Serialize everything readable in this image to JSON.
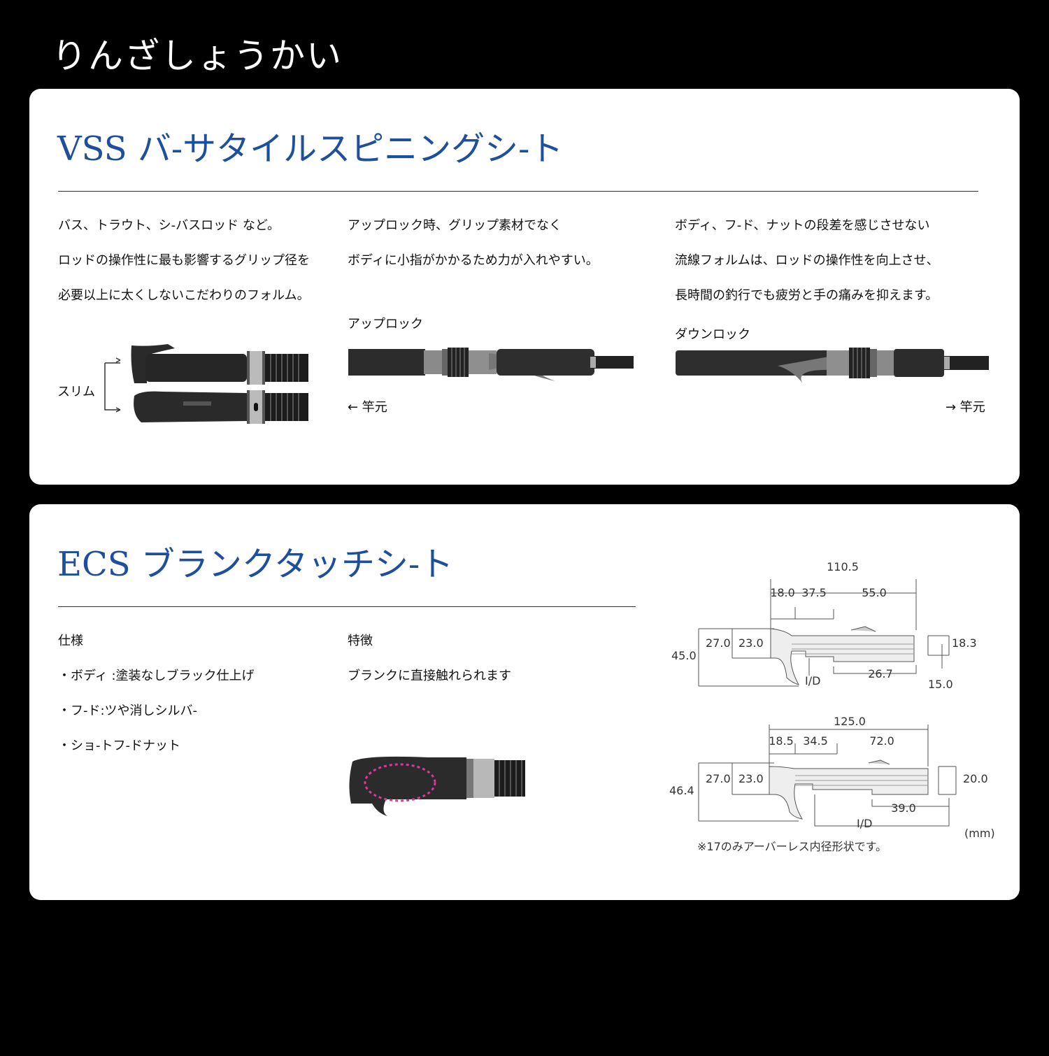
{
  "page": {
    "title": "りんざしょうかい"
  },
  "vss": {
    "title": "VSS バ-サタイルスピニングシ-ト",
    "col1": {
      "lines": [
        "バス、トラウト、シ-バスロッド など。",
        "ロッドの操作性に最も影響するグリップ径を",
        "必要以上に太くしないこだわりのフォルム。"
      ],
      "slim_label": "スリム"
    },
    "col2": {
      "lines": [
        "アップロック時、グリップ素材でなく",
        "ボディに小指がかかるため力が入れやすい。"
      ],
      "heading": "アップロック",
      "direction": "← 竿元"
    },
    "col3": {
      "lines": [
        "ボディ、フ-ド、ナットの段差を感じさせない",
        "流線フォルムは、ロッドの操作性を向上させ、",
        "長時間の釣行でも疲労と手の痛みを抑えます。"
      ],
      "heading": "ダウンロック",
      "direction": "→ 竿元"
    }
  },
  "ecs": {
    "title": "ECS ブランクタッチシ-ト",
    "spec": {
      "heading": "仕様",
      "items": [
        "・ボディ :塗装なしブラック仕上げ",
        "・フ-ド:ツや消しシルバ-",
        "・ショ-トフ-ドナット"
      ]
    },
    "feature": {
      "heading": "特徴",
      "text": "ブランクに直接触れられます"
    },
    "diagram": {
      "upper": {
        "total": "110.5",
        "d1": "18.0",
        "d2": "37.5",
        "d3": "55.0",
        "h_outer": "45.0",
        "h1": "27.0",
        "h2": "23.0",
        "r_inner": "18.3",
        "r_small": "15.0",
        "nut": "26.7",
        "id_label": "I/D"
      },
      "lower": {
        "total": "125.0",
        "d1": "18.5",
        "d2": "34.5",
        "d3": "72.0",
        "h_outer": "46.4",
        "h1": "27.0",
        "h2": "23.0",
        "r_inner": "20.0",
        "nut": "39.0",
        "id_label": "I/D"
      },
      "unit": "(mm)",
      "note": "※17のみアーバーレス内径形状です。"
    }
  },
  "colors": {
    "background": "#000000",
    "card": "#ffffff",
    "title_blue": "#1e4f9c",
    "accent_pink": "#d63a9b"
  }
}
